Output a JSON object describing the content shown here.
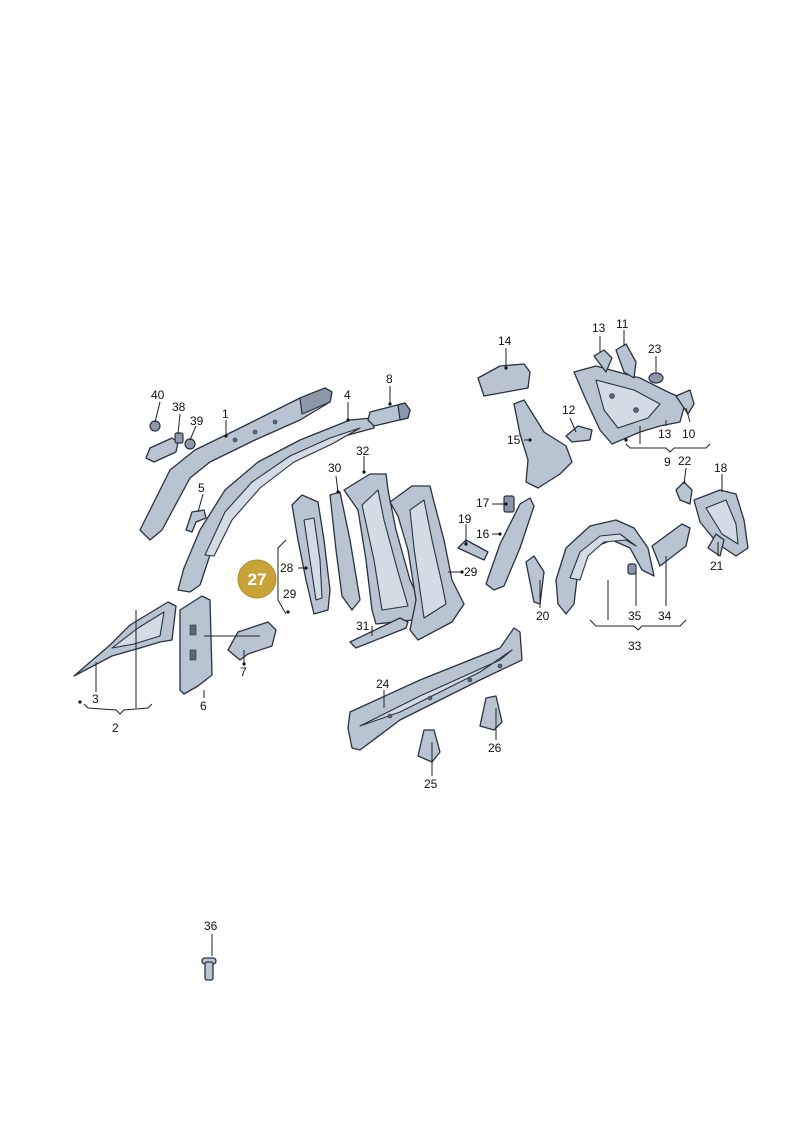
{
  "labels": {
    "l1": "1",
    "l2": "2",
    "l3": "3",
    "l4": "4",
    "l5": "5",
    "l6": "6",
    "l7": "7",
    "l8": "8",
    "l9": "9",
    "l10": "10",
    "l11": "11",
    "l12": "12",
    "l13a": "13",
    "l13b": "13",
    "l14": "14",
    "l15": "15",
    "l16": "16",
    "l17": "17",
    "l18": "18",
    "l19": "19",
    "l20": "20",
    "l21": "21",
    "l22": "22",
    "l23": "23",
    "l24": "24",
    "l25": "25",
    "l26": "26",
    "l28": "28",
    "l29a": "29",
    "l29b": "29",
    "l30": "30",
    "l31": "31",
    "l32": "32",
    "l33": "33",
    "l34": "34",
    "l35": "35",
    "l36": "36",
    "l38": "38",
    "l39": "39",
    "l40": "40"
  },
  "highlight": {
    "label": "27",
    "color": "#c9a23a"
  }
}
